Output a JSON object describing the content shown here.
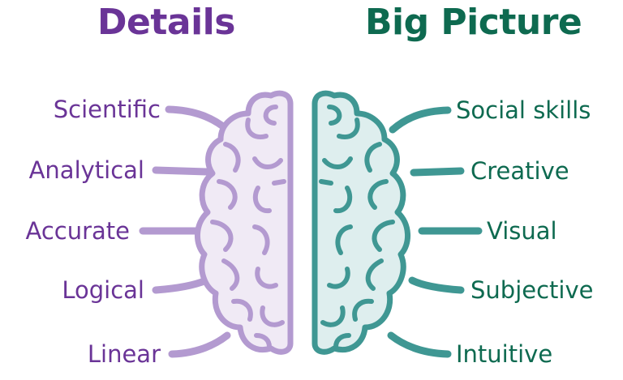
{
  "left": {
    "title": "Details",
    "color": "#6a3497",
    "fill": "#f0eaf5",
    "stroke": "#b39ad0",
    "traits": [
      "Scientific",
      "Analytical",
      "Accurate",
      "Logical",
      "Linear"
    ]
  },
  "right": {
    "title": "Big Picture",
    "color": "#0e6a50",
    "fill": "#deeeee",
    "stroke": "#3f9793",
    "traits": [
      "Social skills",
      "Creative",
      "Visual",
      "Subjective",
      "Intuitive"
    ]
  }
}
